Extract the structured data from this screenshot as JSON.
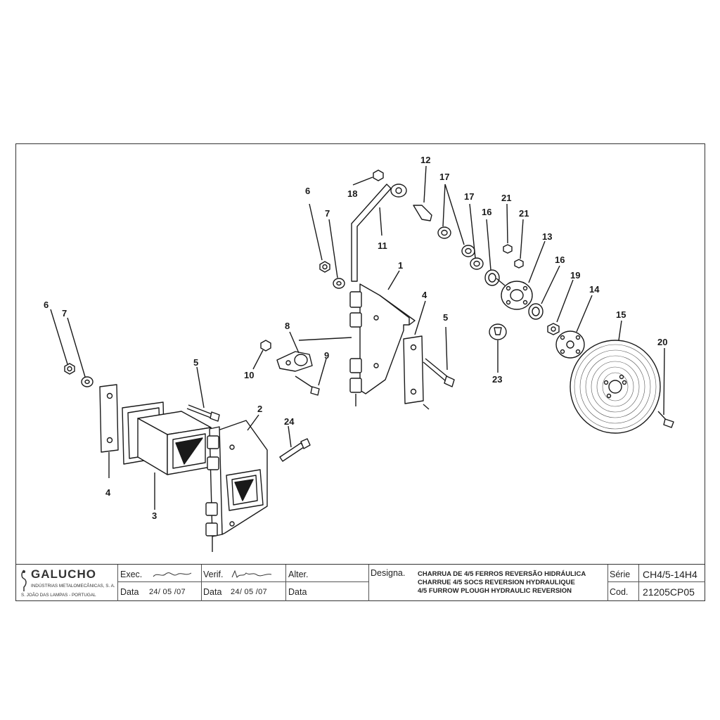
{
  "callouts": {
    "c1": "1",
    "c2": "2",
    "c3": "3",
    "c4a": "4",
    "c4b": "4",
    "c5a": "5",
    "c5b": "5",
    "c6a": "6",
    "c6b": "6",
    "c7a": "7",
    "c7b": "7",
    "c8": "8",
    "c9": "9",
    "c10": "10",
    "c11": "11",
    "c12": "12",
    "c13": "13",
    "c14": "14",
    "c15": "15",
    "c16a": "16",
    "c16b": "16",
    "c17a": "17",
    "c17b": "17",
    "c18": "18",
    "c19": "19",
    "c20": "20",
    "c21a": "21",
    "c21b": "21",
    "c23": "23",
    "c24": "24"
  },
  "titleblock": {
    "company_name": "GALUCHO",
    "company_subtitle": "INDÚSTRIAS METALOMECÂNICAS, S. A.",
    "company_address": "S. JOÃO DAS LAMPAS  -  PORTUGAL",
    "exec_label": "Exec.",
    "verif_label": "Verif.",
    "alter_label": "Alter.",
    "data_label_1": "Data",
    "data_label_2": "Data",
    "data_label_3": "Data",
    "exec_date": "24/ 05 /07",
    "verif_date": "24/ 05 /07",
    "designa_label": "Designa.",
    "designation_pt": "CHARRUA DE 4/5 FERROS REVERSÃO HIDRÁULICA",
    "designation_fr": "CHARRUE 4/5 SOCS REVERSION HYDRAULIQUE",
    "designation_en": "4/5 FURROW PLOUGH HYDRAULIC REVERSION",
    "serie_label": "Série",
    "serie_value": "CH4/5-14H4",
    "cod_label": "Cod.",
    "cod_value": "21205CP05"
  }
}
